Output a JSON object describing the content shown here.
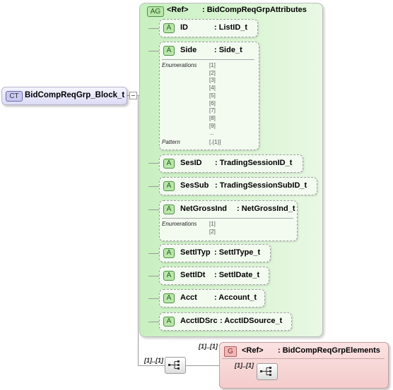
{
  "complex_type": {
    "badge": "CT",
    "name": "BidCompReqGrp_Block_t"
  },
  "attribute_group": {
    "badge": "AG",
    "ref": "<Ref>",
    "type": ": BidCompReqGrpAttributes"
  },
  "attributes": [
    {
      "badge": "A",
      "name": "ID",
      "type": ": ListID_t"
    },
    {
      "badge": "A",
      "name": "Side",
      "type": ": Side_t",
      "enum_label": "Enumerations",
      "enum_values": [
        "[1]",
        "[2]",
        "[3]",
        "[4]",
        "[5]",
        "[6]",
        "[7]",
        "[8]",
        "[9]",
        "..."
      ],
      "pattern_label": "Pattern",
      "pattern_value": "[.{1}]"
    },
    {
      "badge": "A",
      "name": "SesID",
      "type": ": TradingSessionID_t"
    },
    {
      "badge": "A",
      "name": "SesSub",
      "type": ": TradingSessionSubID_t"
    },
    {
      "badge": "A",
      "name": "NetGrossInd",
      "type": ": NetGrossInd_t",
      "enum_label": "Enumerations",
      "enum_values": [
        "[1]",
        "[2]"
      ]
    },
    {
      "badge": "A",
      "name": "SettlTyp",
      "type": ": SettlType_t"
    },
    {
      "badge": "A",
      "name": "SettlDt",
      "type": ": SettlDate_t"
    },
    {
      "badge": "A",
      "name": "Acct",
      "type": ": Account_t"
    },
    {
      "badge": "A",
      "name": "AcctIDSrc",
      "type": ": AcctIDSource_t"
    }
  ],
  "sequence": {
    "occurrence": "[1]..[1]"
  },
  "element_group": {
    "badge": "G",
    "ref": "<Ref>",
    "type": ": BidCompReqGrpElements",
    "occurrence_outer": "[1]..[1]",
    "occurrence_inner": "[1]..[1]"
  }
}
